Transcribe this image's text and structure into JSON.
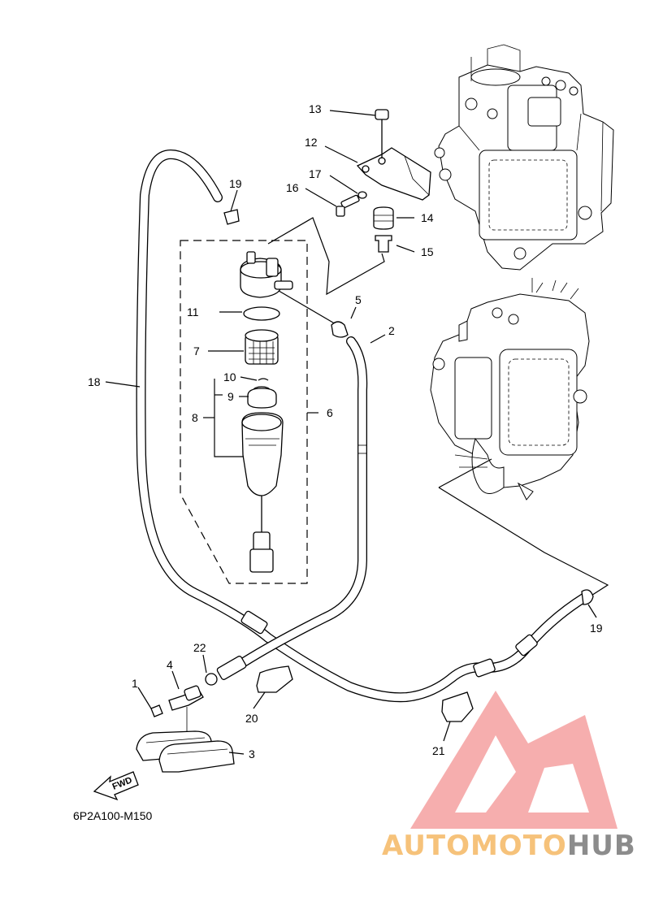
{
  "diagram": {
    "code": "6P2A100-M150",
    "fwd_label": "FWD",
    "callouts": [
      "1",
      "2",
      "3",
      "4",
      "5",
      "6",
      "7",
      "8",
      "9",
      "10",
      "11",
      "12",
      "13",
      "14",
      "15",
      "16",
      "17",
      "18",
      "19",
      "19",
      "20",
      "21",
      "22"
    ]
  },
  "watermark": {
    "part1": "AUTOMOTO",
    "part2": "HUB",
    "colors": {
      "part1": "#f6c27a",
      "part2": "#8c8c8c",
      "logo": "#f5a5a5"
    }
  }
}
